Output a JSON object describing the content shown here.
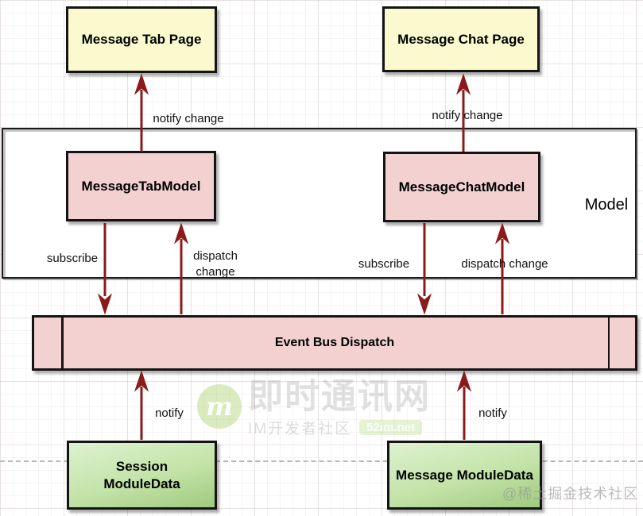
{
  "nodes": {
    "message_tab_page": "Message Tab Page",
    "message_chat_page": "Message Chat Page",
    "message_tab_model": "MessageTabModel",
    "message_chat_model": "MessageChatModel",
    "model": "Model",
    "event_bus": "Event Bus Dispatch",
    "session_module_data": "Session ModuleData",
    "message_module_data": "Message ModuleData"
  },
  "edges": {
    "notify_change_left": "notify change",
    "notify_change_right": "notify change",
    "subscribe_left": "subscribe",
    "dispatch_change_left": "dispatch change",
    "subscribe_right": "subscribe",
    "dispatch_change_right": "dispatch change",
    "notify_left": "notify",
    "notify_right": "notify"
  },
  "watermark": {
    "logo": "m",
    "title": "即时通讯网",
    "subtitle": "IM开发者社区",
    "badge": "52im.net",
    "corner": "@稀土掘金技术社区"
  },
  "colors": {
    "arrow": "#8B1A1A",
    "page_box_fill": "#FBFACF",
    "model_box_fill": "#F3D1D1",
    "event_bus_fill": "#F3D1D1",
    "data_box_fill_top": "#DEF1D0",
    "data_box_fill_bottom": "#9FCA7E",
    "border": "#141414",
    "dashed_guide": "#B9B9B9"
  }
}
